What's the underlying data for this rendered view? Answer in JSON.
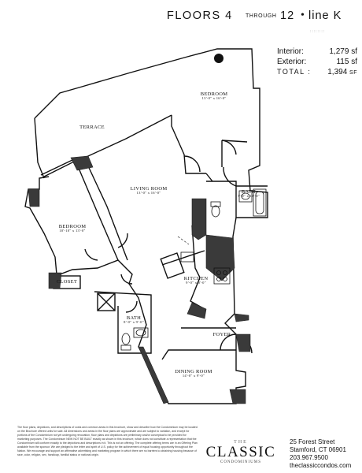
{
  "header": {
    "floors_label": "FLOORS 4",
    "through": "THROUGH",
    "to_floor": "12",
    "bullet": "•",
    "line_label": "line K"
  },
  "areas": {
    "interior_label": "Interior:",
    "interior_value": "1,279",
    "exterior_label": "Exterior:",
    "exterior_value": "115",
    "total_label": "TOTAL :",
    "total_value": "1,394",
    "unit": "sf",
    "unit_total": "SF"
  },
  "rooms": {
    "bedroom_main": {
      "name": "Bedroom",
      "dims": "13'-0\" x 16'-0\""
    },
    "terrace": {
      "name": "Terrace"
    },
    "living_room": {
      "name": "Living Room",
      "dims": "13'-0\" x 16'-0\""
    },
    "bath_upper": {
      "name": "Bath",
      "dims": "5'-0\" x 11'-0\""
    },
    "bedroom_second": {
      "name": "Bedroom",
      "dims": "10'-10\" x 13'-0\""
    },
    "closet": {
      "name": "Closet"
    },
    "kitchen": {
      "name": "Kitchen",
      "dims": "9'-0\" x 8'-0\""
    },
    "bath_lower": {
      "name": "Bath",
      "dims": "8'-0\" x 9'-0\""
    },
    "foyer": {
      "name": "Foyer"
    },
    "dining_room": {
      "name": "Dining Room",
      "dims": "14'-0\" x 9'-0\""
    }
  },
  "footer": {
    "disclaimer": "The floor plans, depictions, and descriptions of costs and common areas in this brochure, show and describe how the Condominium may be located on the Brochure offered units for sale. All dimensions and areas in the floor plans are approximate and are subject to variation, and except for portions of the Condominium not yet undergoing renovation, floor plans and depictions are preliminary and/or conceptual to be provided for marketing purposes. The Condominium NEW NOT BE BUILT exactly as shown in this brochure, which does not constitute a representation that the Condominium will conform exactly to the depictions and descriptions in it. This is not an offering. The complete offering terms are in an Offering Plan available from the sponsor. We are pledged to the letter and spirit of U.S. policy for the achievement of equal housing opportunity throughout the Nation. We encourage and support an affirmative advertising and marketing program in which there are no barriers to obtaining housing because of race, color, religion, sex, handicap, familial status or national origin.",
    "logo_the": "THE",
    "logo_classic": "CLASSIC",
    "logo_sub": "CONDOMINIUMS",
    "address_line1": "25 Forest Street",
    "address_line2": "Stamford, CT 06901",
    "phone": "203.967.9500",
    "website": "theclassiccondos.com"
  }
}
